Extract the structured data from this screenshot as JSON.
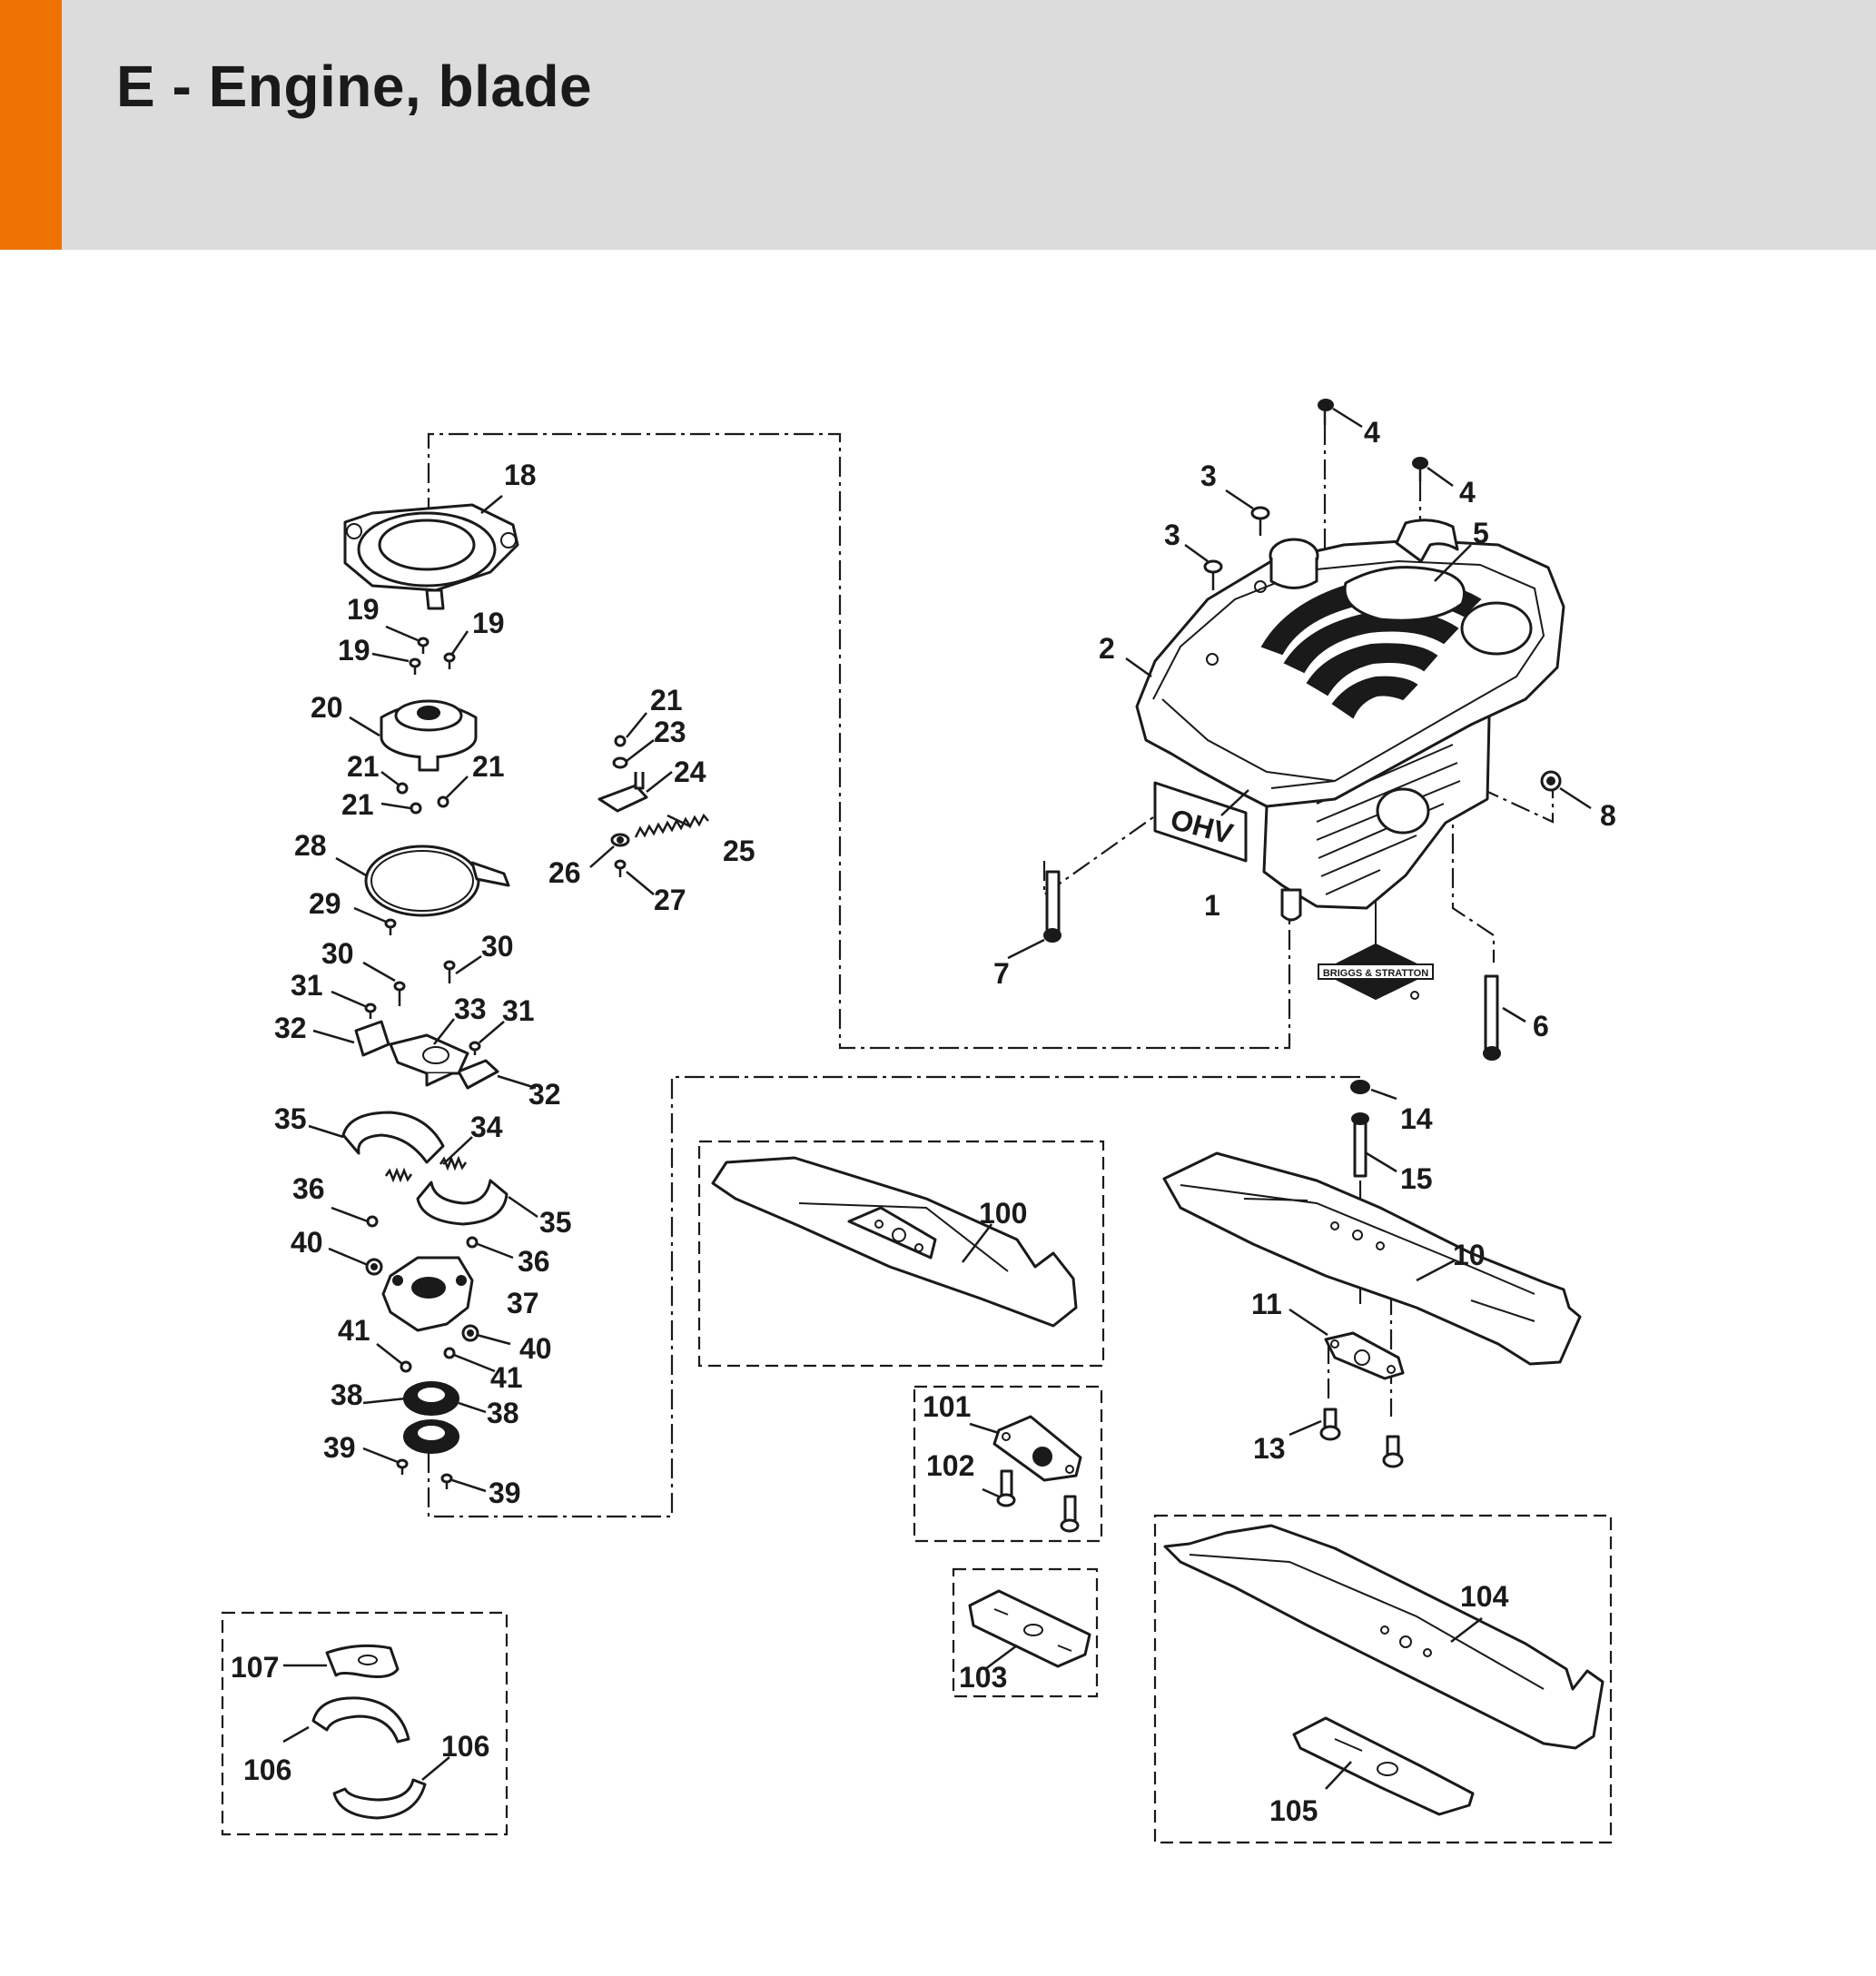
{
  "header": {
    "title": "E - Engine, blade",
    "accent_color": "#ee7203",
    "background_color": "#dbdcdb"
  },
  "brand": {
    "engine_logo_text": "BRIGGS & STRATTON"
  },
  "engine_labels": {
    "ohv_text": "OHV"
  },
  "callouts": {
    "c1": "1",
    "c2": "2",
    "c3a": "3",
    "c3b": "3",
    "c4a": "4",
    "c4b": "4",
    "c5": "5",
    "c6": "6",
    "c7": "7",
    "c8": "8",
    "c10": "10",
    "c11": "11",
    "c13": "13",
    "c14": "14",
    "c15": "15",
    "c18": "18",
    "c19a": "19",
    "c19b": "19",
    "c19c": "19",
    "c20": "20",
    "c21a": "21",
    "c21b": "21",
    "c21c": "21",
    "c21d": "21",
    "c23": "23",
    "c24": "24",
    "c25": "25",
    "c26": "26",
    "c27": "27",
    "c28": "28",
    "c29": "29",
    "c30a": "30",
    "c30b": "30",
    "c31a": "31",
    "c31b": "31",
    "c32a": "32",
    "c32b": "32",
    "c33": "33",
    "c34": "34",
    "c35a": "35",
    "c35b": "35",
    "c36a": "36",
    "c36b": "36",
    "c37": "37",
    "c38a": "38",
    "c38b": "38",
    "c39a": "39",
    "c39b": "39",
    "c40a": "40",
    "c40b": "40",
    "c41a": "41",
    "c41b": "41",
    "c100": "100",
    "c101": "101",
    "c102": "102",
    "c103": "103",
    "c104": "104",
    "c105": "105",
    "c106a": "106",
    "c106b": "106",
    "c107": "107"
  }
}
